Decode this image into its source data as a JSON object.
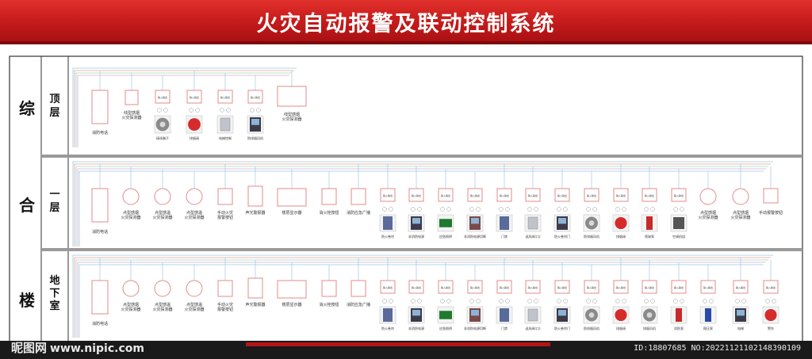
{
  "title": "火灾自动报警及联动控制系统",
  "building_label": [
    "综",
    "合",
    "楼"
  ],
  "floors": [
    {
      "id": "top",
      "label": [
        "顶",
        "层"
      ]
    },
    {
      "id": "f1",
      "label": [
        "一",
        "层"
      ]
    },
    {
      "id": "b1",
      "label": [
        "地",
        "下",
        "室"
      ]
    }
  ],
  "top_devices": [
    {
      "kind": "phone",
      "label": "消防电话"
    },
    {
      "kind": "box",
      "label": "线型感烟\n火灾探测器"
    },
    {
      "kind": "module",
      "label": "接线端子",
      "img": "fan"
    },
    {
      "kind": "module",
      "label": "排烟阀",
      "img": "red"
    },
    {
      "kind": "module",
      "label": "电梯控制",
      "img": "box"
    },
    {
      "kind": "module",
      "label": "防排烟风机",
      "img": "panel"
    },
    {
      "kind": "wide",
      "label": "线型感烟\n火灾探测器"
    }
  ],
  "floor_devices": [
    {
      "kind": "phone",
      "label": "消防电话"
    },
    {
      "kind": "circle",
      "label": "点型感烟\n火灾探测器"
    },
    {
      "kind": "circle",
      "label": "点型感温\n火灾探测器"
    },
    {
      "kind": "circle",
      "label": "点型感温\n火灾探测器"
    },
    {
      "kind": "box",
      "label": "手动火灾\n报警按钮"
    },
    {
      "kind": "tall",
      "label": "声光警报器"
    },
    {
      "kind": "wide",
      "label": "楼层显示器"
    },
    {
      "kind": "box",
      "label": "消火栓按钮"
    },
    {
      "kind": "box",
      "label": "消防应急广播"
    }
  ],
  "f1_modules": [
    {
      "label": "防火卷帘",
      "img": "door"
    },
    {
      "label": "非消防电源",
      "img": "panel"
    },
    {
      "label": "应急照明",
      "img": "exit"
    },
    {
      "label": "非消防电源切断",
      "img": "cabinet"
    },
    {
      "label": "门禁",
      "img": "door2"
    },
    {
      "label": "送风阀(口)",
      "img": "box"
    },
    {
      "label": "防火卷帘门",
      "img": "shutter"
    },
    {
      "label": "防排烟风机",
      "img": "fan"
    },
    {
      "label": "排烟阀",
      "img": "red"
    },
    {
      "label": "喷淋泵",
      "img": "pump"
    },
    {
      "label": "空调机组",
      "img": "ac"
    },
    {
      "kind": "circle",
      "label": "点型感烟\n火灾探测器"
    },
    {
      "kind": "circle",
      "label": "点型感烟\n火灾探测器"
    },
    {
      "kind": "box",
      "label": "手动报警按钮"
    }
  ],
  "b1_modules": [
    {
      "label": "防火卷帘",
      "img": "door"
    },
    {
      "label": "非消防电源",
      "img": "panel"
    },
    {
      "label": "应急照明",
      "img": "exit"
    },
    {
      "label": "非消防电源切断",
      "img": "cabinet"
    },
    {
      "label": "门禁",
      "img": "door2"
    },
    {
      "label": "送风阀(口)",
      "img": "box"
    },
    {
      "label": "防火卷帘门",
      "img": "shutter"
    },
    {
      "label": "防排烟风机",
      "img": "fan"
    },
    {
      "label": "排烟阀",
      "img": "red"
    },
    {
      "label": "排烟风机",
      "img": "fan2"
    },
    {
      "label": "消防泵",
      "img": "pump"
    },
    {
      "label": "稳压泵",
      "img": "pump2"
    },
    {
      "label": "电梯",
      "img": "panel"
    },
    {
      "label": "警铃",
      "img": "redbell"
    }
  ],
  "module_tag": "输入输出",
  "footer": {
    "brand": "昵图网",
    "site": "www.nipic.com",
    "id_line": "ID:18807685 NO:20221121102148390109"
  },
  "colors": {
    "header": "#c81c1c",
    "device_border": "#e38b8b",
    "bus_line": "#9fc7e3",
    "divider": "#9a9a9a"
  }
}
